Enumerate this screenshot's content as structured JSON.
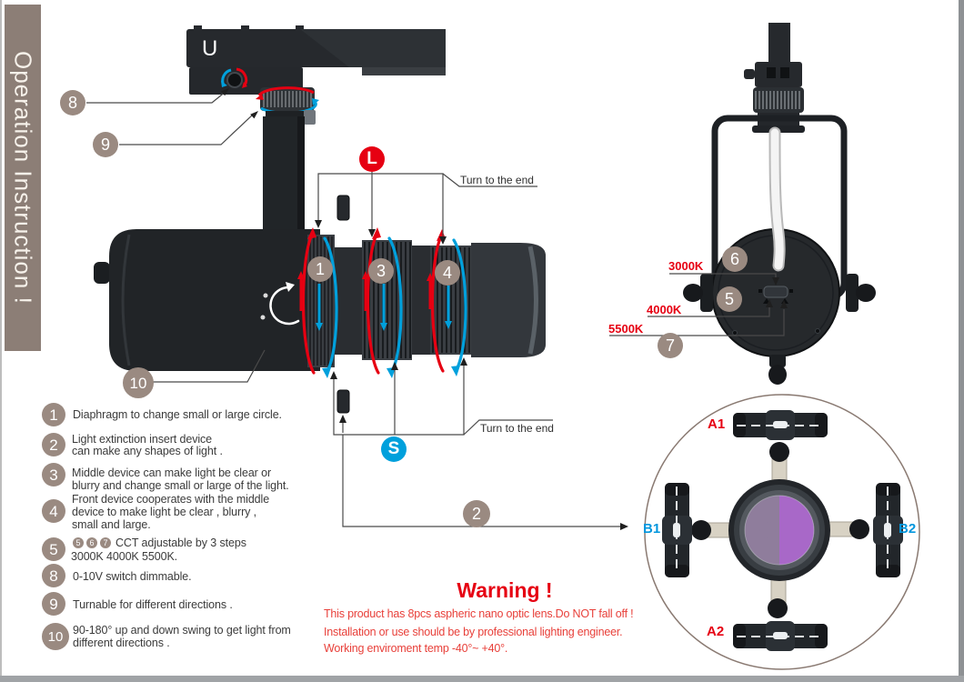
{
  "sidebar": {
    "title": "Operation Instruction !"
  },
  "side_view": {
    "adapter_marking": "U"
  },
  "markers": {
    "c1": "1",
    "c2": "2",
    "c3": "3",
    "c4": "4",
    "c5": "5",
    "c6": "6",
    "c7": "7",
    "c8": "8",
    "c9": "9",
    "c10": "10"
  },
  "labels": {
    "rotate_large": "L",
    "rotate_small": "S",
    "turn_to_end_top": "Turn to the end",
    "turn_to_end_bottom": "Turn to the end",
    "cct_3000k": "3000K",
    "cct_4000k": "4000K",
    "cct_5500k": "5500K",
    "slot_a1": "A1",
    "slot_a2": "A2",
    "slot_b1": "B1",
    "slot_b2": "B2"
  },
  "instructions": [
    {
      "num": "1",
      "lines": [
        "Diaphragm to change small or large circle."
      ]
    },
    {
      "num": "2",
      "lines": [
        "Light extinction insert device",
        "can make any shapes of light ."
      ]
    },
    {
      "num": "3",
      "lines": [
        "Middle device can make light be clear or",
        "blurry and change small or large of the light."
      ]
    },
    {
      "num": "4",
      "lines": [
        "Front device cooperates with the middle",
        "device to make light be clear , blurry ,",
        "small and large."
      ]
    },
    {
      "num": "5",
      "badges": [
        "5",
        "6",
        "7"
      ],
      "lines": [
        "CCT adjustable by 3 steps",
        "3000K 4000K 5500K."
      ]
    },
    {
      "num": "8",
      "lines": [
        "0-10V switch dimmable."
      ]
    },
    {
      "num": "9",
      "lines": [
        "Turnable for different directions ."
      ]
    },
    {
      "num": "10",
      "lines": [
        "90-180° up and down swing to get light from",
        "different directions ."
      ]
    }
  ],
  "warning": {
    "title": "Warning !",
    "lines": [
      "This product has 8pcs aspheric nano optic lens.Do NOT fall off !",
      "Installation or use should be by professional lighting engineer.",
      "Working enviroment temp  -40°~ +40°."
    ]
  },
  "colors": {
    "accent_red": "#e60012",
    "accent_blue": "#00a0dc",
    "callout_taupe": "#9a8a81",
    "sidebar_taupe": "#8c7e76"
  }
}
